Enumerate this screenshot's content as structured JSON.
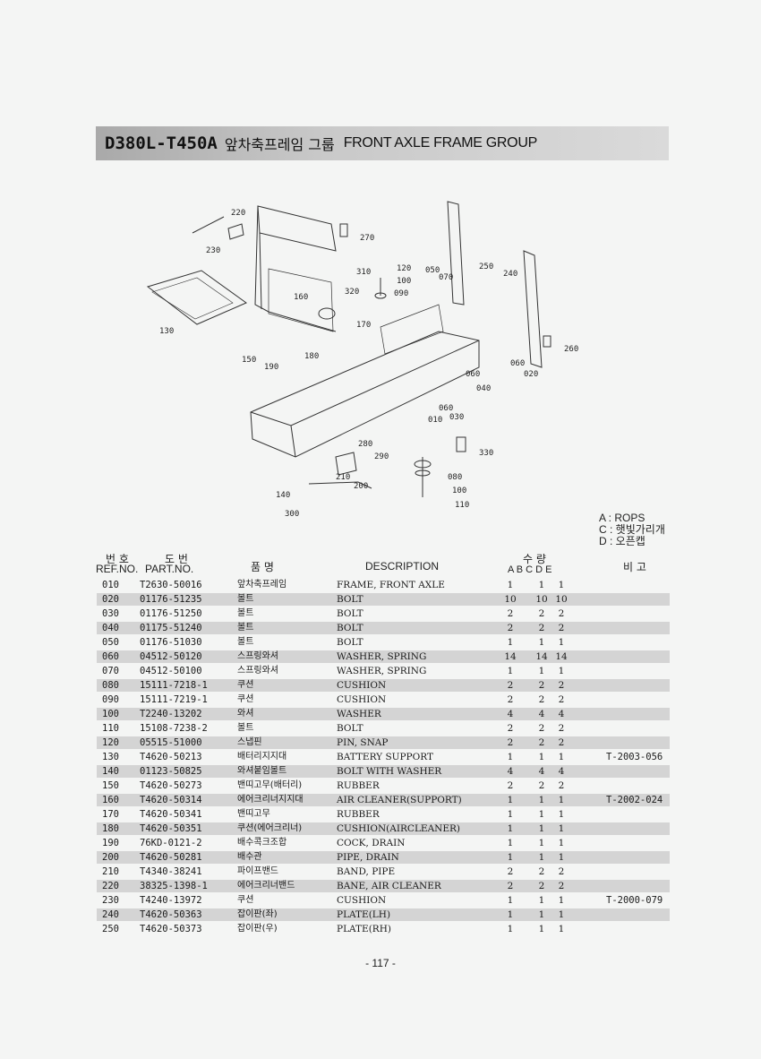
{
  "header": {
    "model": "D380L-T450A",
    "title_ko": "앞차축프레임 그룹",
    "title_en": "FRONT AXLE FRAME GROUP"
  },
  "diagram": {
    "callouts": [
      "220",
      "230",
      "270",
      "250",
      "240",
      "260",
      "310",
      "320",
      "120",
      "100",
      "090",
      "050",
      "070",
      "160",
      "130",
      "170",
      "150",
      "190",
      "180",
      "060",
      "020",
      "060",
      "040",
      "060",
      "010",
      "030",
      "330",
      "280",
      "290",
      "210",
      "200",
      "080",
      "100",
      "110",
      "140",
      "300"
    ]
  },
  "legend": [
    "A : ROPS",
    "C : 햇빛가리개",
    "D : 오픈캡"
  ],
  "table": {
    "headers": {
      "ref_ko": "번 호",
      "ref_en": "REF.NO.",
      "part_ko": "도  번",
      "part_en": "PART.NO.",
      "name_ko": "품   명",
      "desc": "DESCRIPTION",
      "qty_ko": "수    량",
      "qty_cols": "A  B  C  D  E",
      "remark": "비 고"
    },
    "rows": [
      {
        "ref": "010",
        "part": "T2630-50016",
        "ko": "앞차축프레임",
        "desc": "FRAME, FRONT AXLE",
        "a": "1",
        "c": "1",
        "d": "1",
        "note": ""
      },
      {
        "ref": "020",
        "part": "01176-51235",
        "ko": "볼트",
        "desc": "BOLT",
        "a": "10",
        "c": "10",
        "d": "10",
        "note": ""
      },
      {
        "ref": "030",
        "part": "01176-51250",
        "ko": "볼트",
        "desc": "BOLT",
        "a": "2",
        "c": "2",
        "d": "2",
        "note": ""
      },
      {
        "ref": "040",
        "part": "01175-51240",
        "ko": "볼트",
        "desc": "BOLT",
        "a": "2",
        "c": "2",
        "d": "2",
        "note": ""
      },
      {
        "ref": "050",
        "part": "01176-51030",
        "ko": "볼트",
        "desc": "BOLT",
        "a": "1",
        "c": "1",
        "d": "1",
        "note": ""
      },
      {
        "ref": "060",
        "part": "04512-50120",
        "ko": "스프링와셔",
        "desc": "WASHER, SPRING",
        "a": "14",
        "c": "14",
        "d": "14",
        "note": ""
      },
      {
        "ref": "070",
        "part": "04512-50100",
        "ko": "스프링와셔",
        "desc": "WASHER, SPRING",
        "a": "1",
        "c": "1",
        "d": "1",
        "note": ""
      },
      {
        "ref": "080",
        "part": "15111-7218-1",
        "ko": "쿠션",
        "desc": "CUSHION",
        "a": "2",
        "c": "2",
        "d": "2",
        "note": ""
      },
      {
        "ref": "090",
        "part": "15111-7219-1",
        "ko": "쿠션",
        "desc": "CUSHION",
        "a": "2",
        "c": "2",
        "d": "2",
        "note": ""
      },
      {
        "ref": "100",
        "part": "T2240-13202",
        "ko": "와셔",
        "desc": "WASHER",
        "a": "4",
        "c": "4",
        "d": "4",
        "note": ""
      },
      {
        "ref": "110",
        "part": "15108-7238-2",
        "ko": "볼트",
        "desc": "BOLT",
        "a": "2",
        "c": "2",
        "d": "2",
        "note": ""
      },
      {
        "ref": "120",
        "part": "05515-51000",
        "ko": "스냅핀",
        "desc": "PIN, SNAP",
        "a": "2",
        "c": "2",
        "d": "2",
        "note": ""
      },
      {
        "ref": "130",
        "part": "T4620-50213",
        "ko": "배터리지지대",
        "desc": "BATTERY SUPPORT",
        "a": "1",
        "c": "1",
        "d": "1",
        "note": "T-2003-056"
      },
      {
        "ref": "140",
        "part": "01123-50825",
        "ko": "와셔붙임볼트",
        "desc": "BOLT WITH WASHER",
        "a": "4",
        "c": "4",
        "d": "4",
        "note": ""
      },
      {
        "ref": "150",
        "part": "T4620-50273",
        "ko": "밴띠고무(배터리)",
        "desc": "RUBBER",
        "a": "2",
        "c": "2",
        "d": "2",
        "note": ""
      },
      {
        "ref": "160",
        "part": "T4620-50314",
        "ko": "에어크리너지지대",
        "desc": "AIR CLEANER(SUPPORT)",
        "a": "1",
        "c": "1",
        "d": "1",
        "note": "T-2002-024"
      },
      {
        "ref": "170",
        "part": "T4620-50341",
        "ko": "밴띠고무",
        "desc": "RUBBER",
        "a": "1",
        "c": "1",
        "d": "1",
        "note": ""
      },
      {
        "ref": "180",
        "part": "T4620-50351",
        "ko": "쿠션(에어크리너)",
        "desc": "CUSHION(AIRCLEANER)",
        "a": "1",
        "c": "1",
        "d": "1",
        "note": ""
      },
      {
        "ref": "190",
        "part": "76KD-0121-2",
        "ko": "배수콕크조합",
        "desc": "COCK, DRAIN",
        "a": "1",
        "c": "1",
        "d": "1",
        "note": ""
      },
      {
        "ref": "200",
        "part": "T4620-50281",
        "ko": "배수관",
        "desc": "PIPE, DRAIN",
        "a": "1",
        "c": "1",
        "d": "1",
        "note": ""
      },
      {
        "ref": "210",
        "part": "T4340-38241",
        "ko": "파이프밴드",
        "desc": "BAND, PIPE",
        "a": "2",
        "c": "2",
        "d": "2",
        "note": ""
      },
      {
        "ref": "220",
        "part": "38325-1398-1",
        "ko": "에어크리너밴드",
        "desc": "BANE, AIR CLEANER",
        "a": "2",
        "c": "2",
        "d": "2",
        "note": ""
      },
      {
        "ref": "230",
        "part": "T4240-13972",
        "ko": "쿠션",
        "desc": "CUSHION",
        "a": "1",
        "c": "1",
        "d": "1",
        "note": "T-2000-079"
      },
      {
        "ref": "240",
        "part": "T4620-50363",
        "ko": "잡이판(좌)",
        "desc": "PLATE(LH)",
        "a": "1",
        "c": "1",
        "d": "1",
        "note": ""
      },
      {
        "ref": "250",
        "part": "T4620-50373",
        "ko": "잡이판(우)",
        "desc": "PLATE(RH)",
        "a": "1",
        "c": "1",
        "d": "1",
        "note": ""
      }
    ]
  },
  "footer": {
    "page": "- 117 -"
  }
}
